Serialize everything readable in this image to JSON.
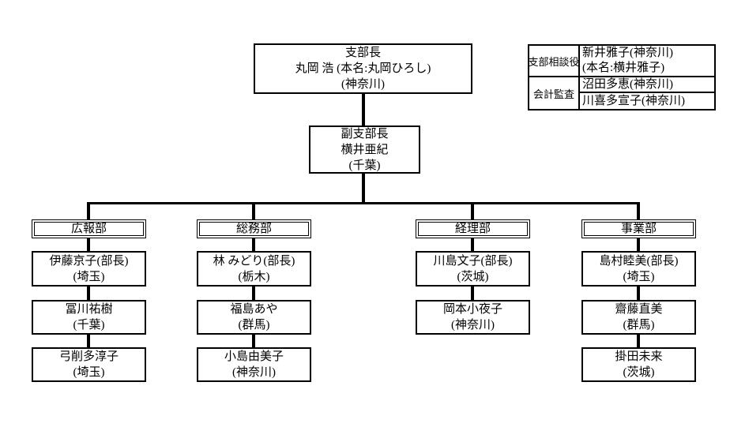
{
  "colors": {
    "background": "#ffffff",
    "line": "#000000",
    "box_border": "#000000"
  },
  "top_box": {
    "lines": [
      "支部長",
      "丸岡 浩 (本名:丸岡ひろし)",
      "(神奈川)"
    ]
  },
  "vice_box": {
    "lines": [
      "副支部長",
      "横井亜紀",
      "(千葉)"
    ]
  },
  "advisor_table": {
    "row1_label": "支部相談役",
    "row1_line1": "新井雅子(神奈川)",
    "row1_line2": "(本名:横井雅子)",
    "row2_label": "会計監査",
    "row2_value": "沼田多恵(神奈川)",
    "row3_value": "川喜多宣子(神奈川)"
  },
  "departments": [
    {
      "name": "広報部",
      "members": [
        {
          "line1": "伊藤京子(部長)",
          "line2": "(埼玉)"
        },
        {
          "line1": "冨川祐樹",
          "line2": "(千葉)"
        },
        {
          "line1": "弓削多淳子",
          "line2": "(埼玉)"
        }
      ]
    },
    {
      "name": "総務部",
      "members": [
        {
          "line1": "林 みどり(部長)",
          "line2": "(栃木)"
        },
        {
          "line1": "福島あや",
          "line2": "(群馬)"
        },
        {
          "line1": "小島由美子",
          "line2": "(神奈川)"
        }
      ]
    },
    {
      "name": "経理部",
      "members": [
        {
          "line1": "川島文子(部長)",
          "line2": "(茨城)"
        },
        {
          "line1": "岡本小夜子",
          "line2": "(神奈川)"
        }
      ]
    },
    {
      "name": "事業部",
      "members": [
        {
          "line1": "島村睦美(部長)",
          "line2": "(埼玉)"
        },
        {
          "line1": "齋藤直美",
          "line2": "(群馬)"
        },
        {
          "line1": "掛田未来",
          "line2": "(茨城)"
        }
      ]
    }
  ]
}
